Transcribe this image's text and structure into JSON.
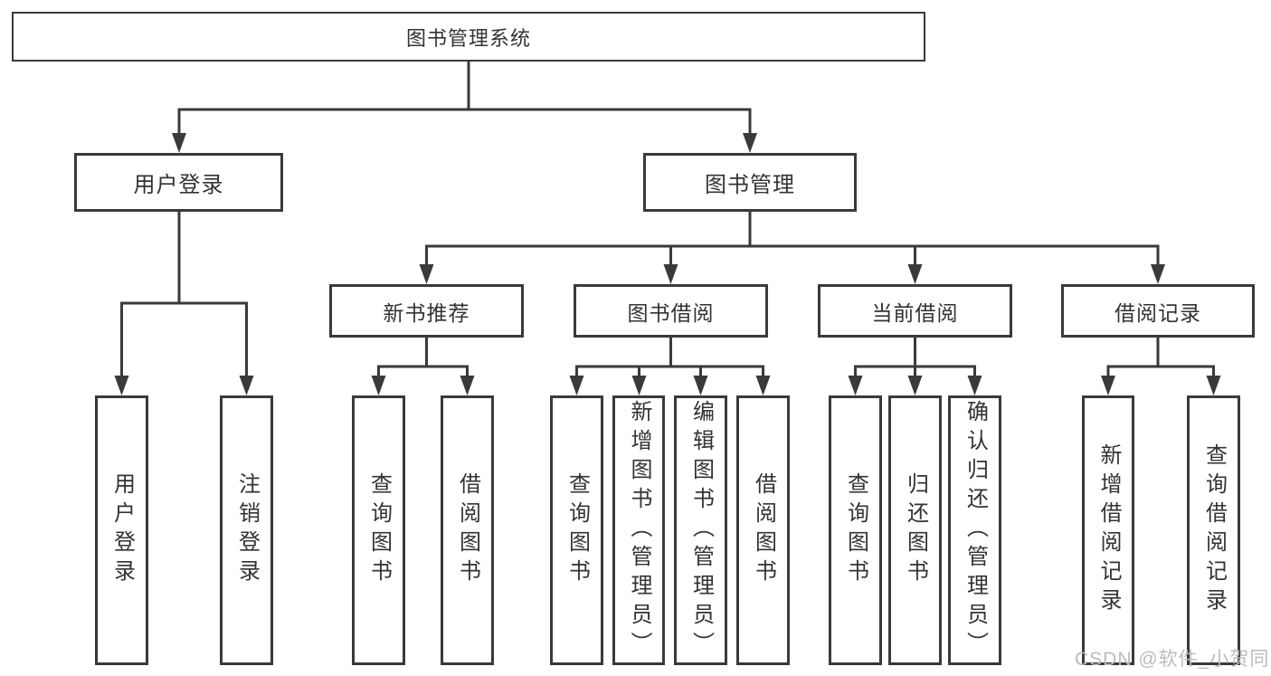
{
  "colors": {
    "line": "#3a3a3a",
    "text": "#333333",
    "watermark": "#bcbcbc",
    "background": "#ffffff"
  },
  "watermark": "CSDN @软件_小贺同学",
  "tree": {
    "root": "图书管理系统",
    "branches": [
      {
        "label": "用户登录",
        "leaves": [
          "用户登录",
          "注销登录"
        ]
      },
      {
        "label": "图书管理",
        "groups": [
          {
            "label": "新书推荐",
            "leaves": [
              "查询图书",
              "借阅图书"
            ]
          },
          {
            "label": "图书借阅",
            "leaves": [
              "查询图书",
              "新增图书（管理员）",
              "编辑图书（管理员）",
              "借阅图书"
            ]
          },
          {
            "label": "当前借阅",
            "leaves": [
              "查询图书",
              "归还图书",
              "确认归还（管理员）"
            ]
          },
          {
            "label": "借阅记录",
            "leaves": [
              "新增借阅记录",
              "查询借阅记录"
            ]
          }
        ]
      }
    ]
  }
}
